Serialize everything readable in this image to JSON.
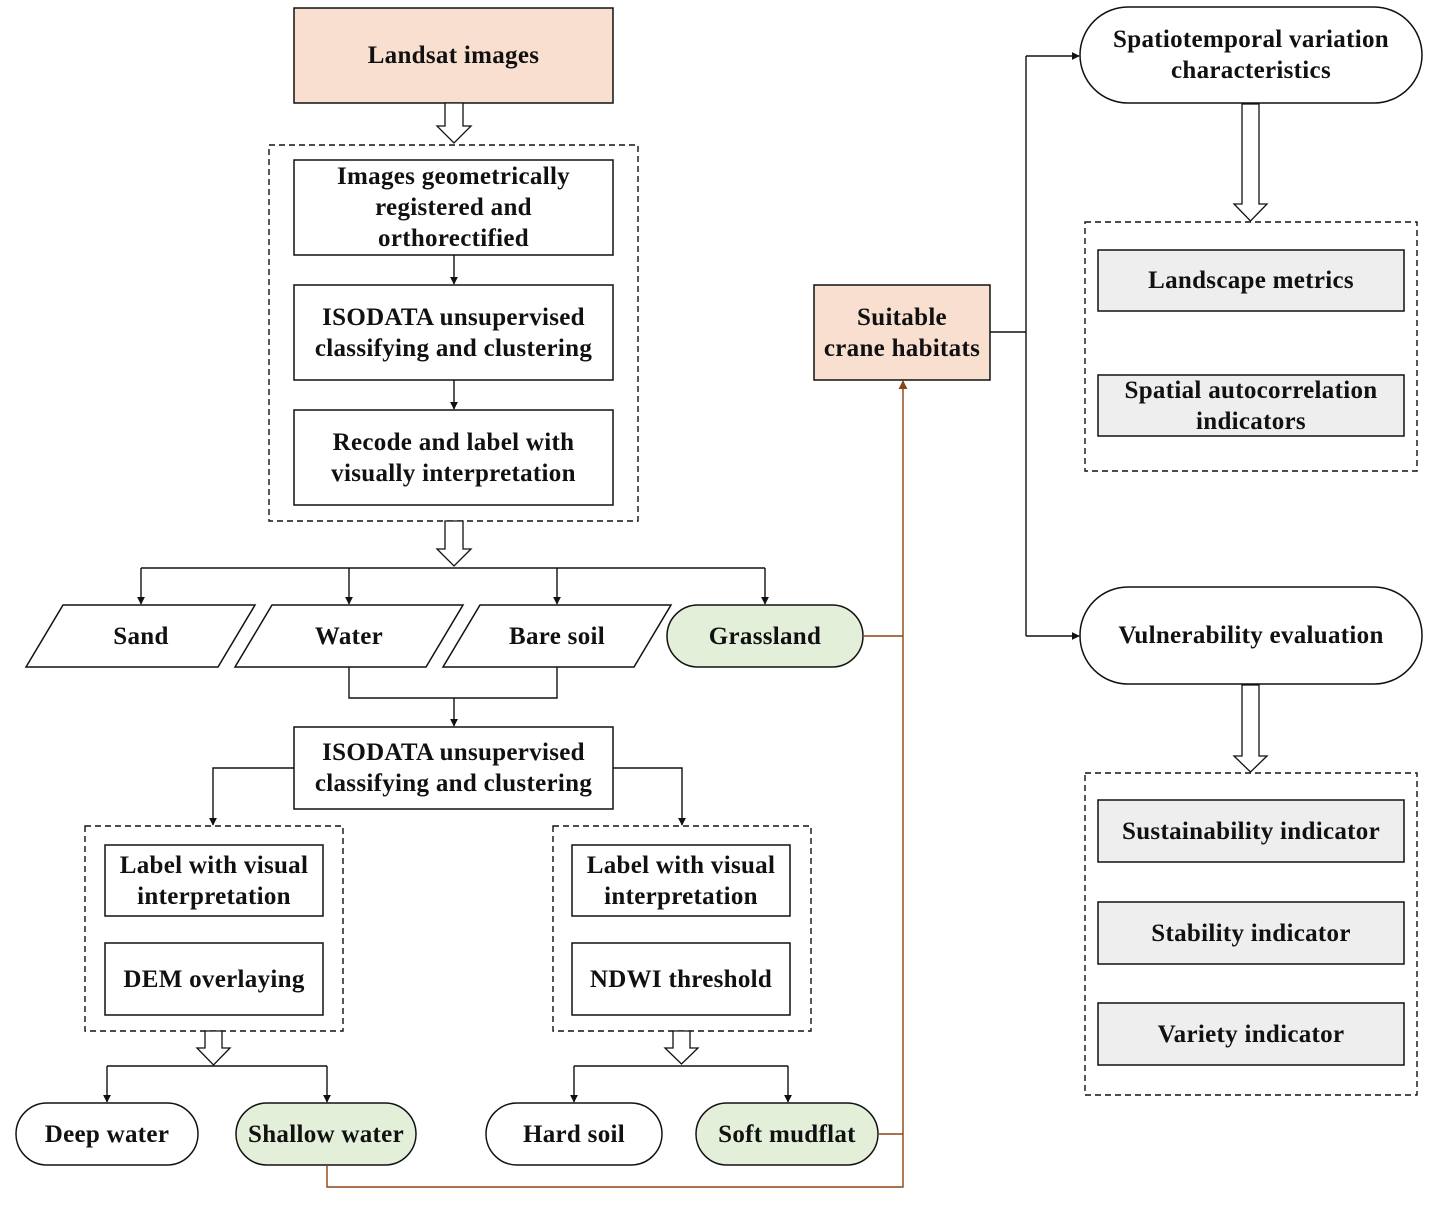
{
  "colors": {
    "peach": "#f8dfcf",
    "green": "#e3efd9",
    "gray": "#eeeeee",
    "stroke": "#111111",
    "brown": "#8b4513"
  },
  "nodes": {
    "landsat": "Landsat  images",
    "registered": "Images geometrically\nregistered and\northorectified",
    "isodata1": "ISODATA unsupervised\nclassifying and clustering",
    "recode": "Recode and label with\nvisually interpretation",
    "sand": "Sand",
    "water": "Water",
    "bare_soil": "Bare soil",
    "grassland": "Grassland",
    "isodata2": "ISODATA unsupervised\nclassifying and clustering",
    "label_left": "Label with visual\ninterpretation",
    "dem": "DEM overlaying",
    "label_right": "Label with visual\ninterpretation",
    "ndwi": "NDWI threshold",
    "deep_water": "Deep water",
    "shallow_water": "Shallow water",
    "hard_soil": "Hard soil",
    "soft_mudflat": "Soft mudflat",
    "suitable": "Suitable\ncrane habitats",
    "spatiotemporal": "Spatiotemporal variation\ncharacteristics",
    "landscape": "Landscape metrics",
    "spatial_auto": "Spatial autocorrelation\nindicators",
    "vulnerability": "Vulnerability evaluation",
    "sustainability": "Sustainability indicator",
    "stability": "Stability indicator",
    "variety": "Variety indicator"
  }
}
